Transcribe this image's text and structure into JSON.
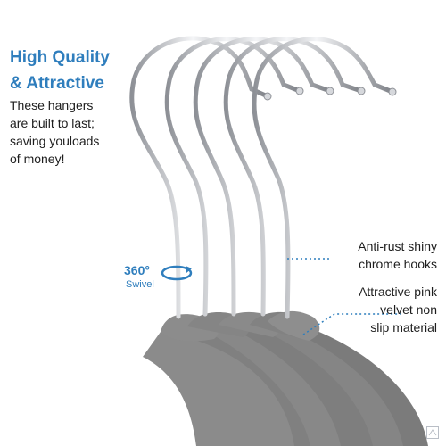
{
  "headline": {
    "line1": "High Quality",
    "line2": "& Attractive"
  },
  "tagline": {
    "line1": "These hangers",
    "line2": "are built to last;",
    "line3": "saving youloads",
    "line4": "of money!"
  },
  "callouts": {
    "rust_line1": "Anti-rust shiny",
    "rust_line2": "chrome hooks",
    "velvet_line1": "Attractive pink",
    "velvet_line2": "velvet non",
    "velvet_line3": "slip material"
  },
  "swivel": {
    "degrees": "360°",
    "label": "Swivel"
  },
  "colors": {
    "accent_blue": "#2f7ebd",
    "velvet_gray": "#8a8a8a",
    "chrome": "#c9ccd1",
    "text": "#1d1d1d"
  },
  "icons": [
    "rotation-arrow-icon",
    "corner-mark-icon"
  ]
}
